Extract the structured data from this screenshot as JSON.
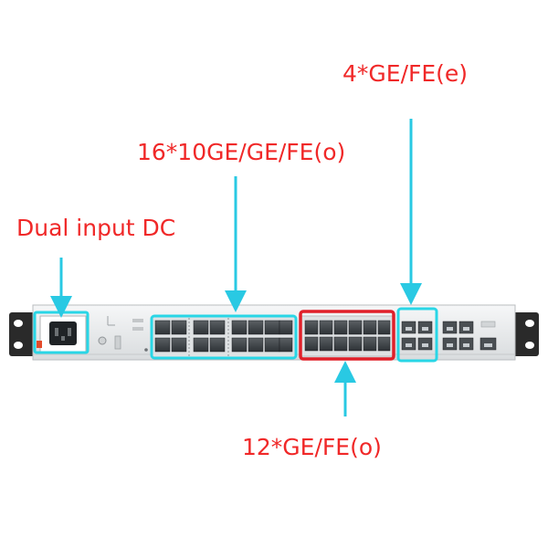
{
  "labels": {
    "dual_input_dc": "Dual input DC",
    "ports_16_10ge": "16*10GE/GE/FE(o)",
    "ports_4_ge_e": "4*GE/FE(e)",
    "ports_12_ge_o": "12*GE/FE(o)"
  },
  "colors": {
    "label_text": "#f02828",
    "arrow_cyan": "#29c9e3",
    "highlight_cyan": "#29d6e6",
    "highlight_red": "#e0202a",
    "chassis": "#eceeef",
    "rack_ear": "#2a2a2a"
  }
}
